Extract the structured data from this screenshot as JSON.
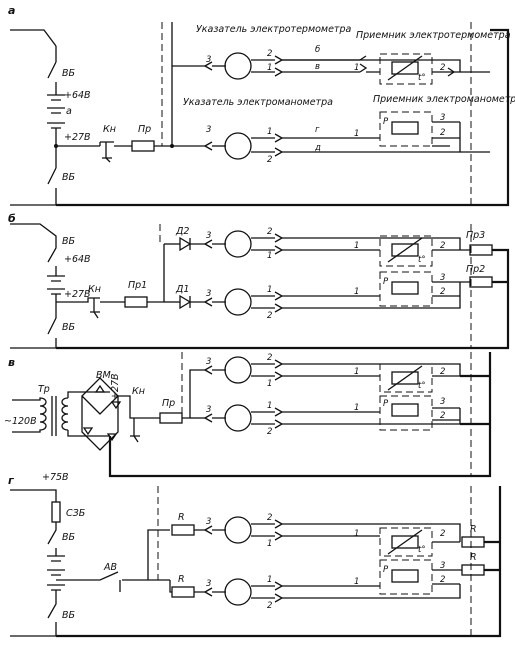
{
  "sections": {
    "a": {
      "label": "а",
      "vb_top": "ВБ",
      "vb_bottom": "ВБ",
      "plus64": "+64В",
      "tap": "а",
      "plus27": "+27В",
      "kn": "Кн",
      "pr": "Пр",
      "thermo_indicator_title": "Указатель электротермометра",
      "mano_indicator_title": "Указатель электроманометра",
      "thermo_receiver_title": "Приемник электротермометра",
      "mano_receiver_title": "Приемник электроманометра",
      "wire_b": "б",
      "wire_v": "в",
      "wire_g": "г",
      "wire_d": "д"
    },
    "b": {
      "label": "б",
      "vb_top": "ВБ",
      "vb_bottom": "ВБ",
      "plus64": "+64В",
      "plus27": "+27В",
      "kn": "Кн",
      "pr1": "Пр1",
      "d1": "Д1",
      "d2": "Д2",
      "pr2": "Пр2",
      "pr3": "Пр3"
    },
    "c": {
      "label": "в",
      "tr": "Тр",
      "vm": "ВМ",
      "mains": "~120В",
      "plus27": "+27В",
      "kn": "Кн",
      "pr": "Пр"
    },
    "d": {
      "label": "г",
      "plus75": "+75В",
      "szb": "СЗБ",
      "vb_top": "ВБ",
      "vb_bottom": "ВБ",
      "av": "АВ",
      "r": "R"
    }
  },
  "pins": {
    "one": "1",
    "two": "2",
    "three": "3",
    "t": "t°",
    "p": "P"
  }
}
